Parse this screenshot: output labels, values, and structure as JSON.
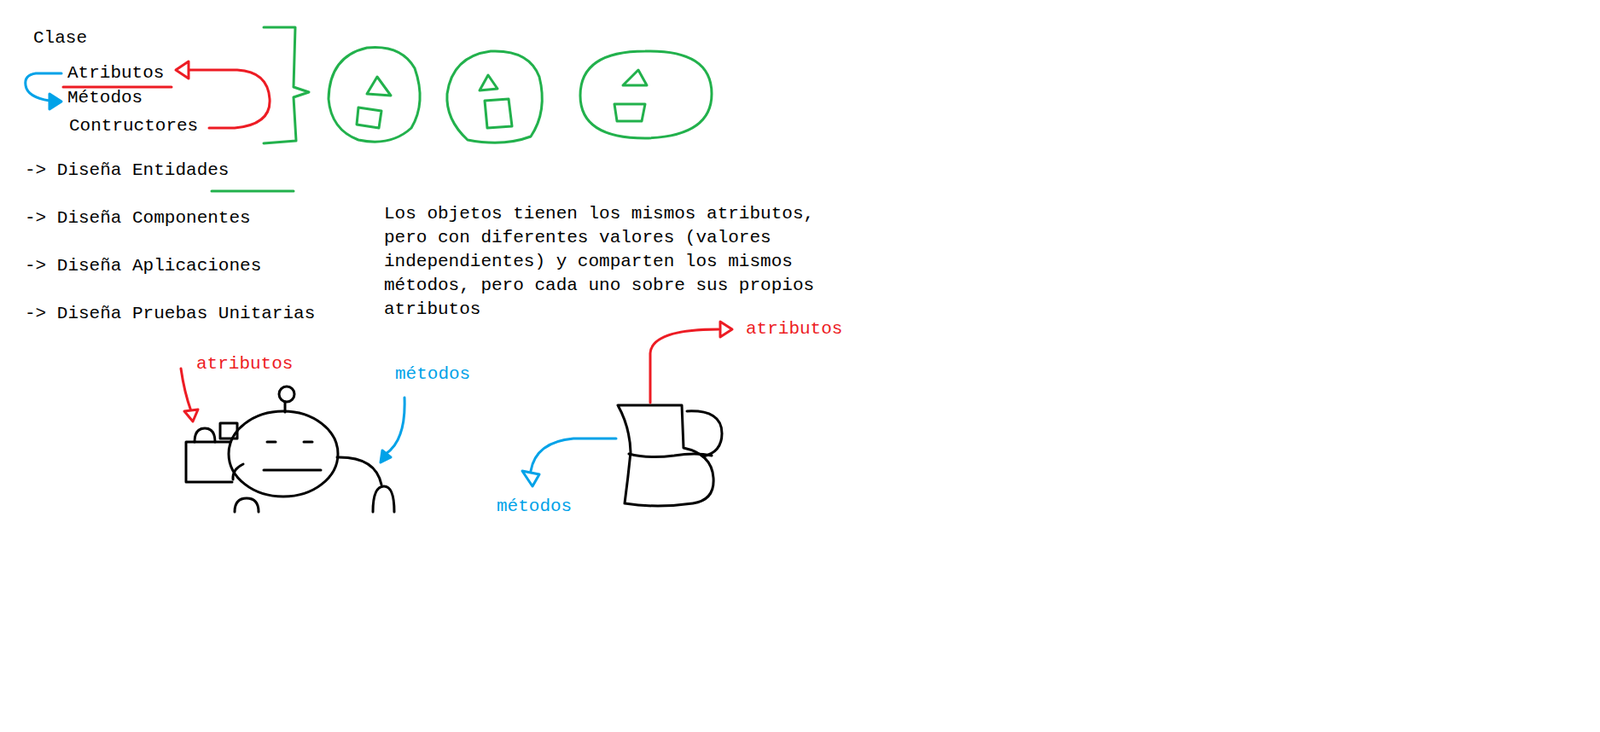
{
  "diagram": {
    "labels": [
      "Clase",
      "Atributos",
      "Métodos",
      "Contructores",
      "-> Diseña Entidades",
      "-> Diseña Componentes",
      "-> Diseña Aplicaciones",
      "-> Diseña Pruebas Unitarias",
      "Los objetos tienen los mismos atributos, pero con diferentes valores (valores independientes) y comparten los mismos métodos, pero cada uno sobre sus propios atributos",
      "atributos",
      "métodos",
      "atributos",
      "métodos"
    ]
  }
}
